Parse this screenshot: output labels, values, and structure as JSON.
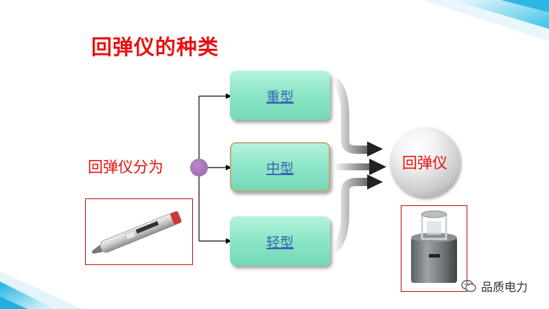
{
  "title": "回弹仪的种类",
  "left_label": "回弹仪分为",
  "types": [
    {
      "label": "重型"
    },
    {
      "label": "中型"
    },
    {
      "label": "轻型"
    }
  ],
  "result_label": "回弹仪",
  "watermark": "品质电力",
  "colors": {
    "title_red": "#e81010",
    "box_green": "#8de6c8",
    "link_blue": "#3b64b5",
    "dot_purple": "#9a64a8",
    "frame_red": "#c00000",
    "deco_cyan": "#3cc3e6"
  },
  "icons": [
    "node-dot",
    "sphere",
    "arrow-icon",
    "hammer-photo",
    "anvil-photo",
    "chat-bubble-icon"
  ]
}
